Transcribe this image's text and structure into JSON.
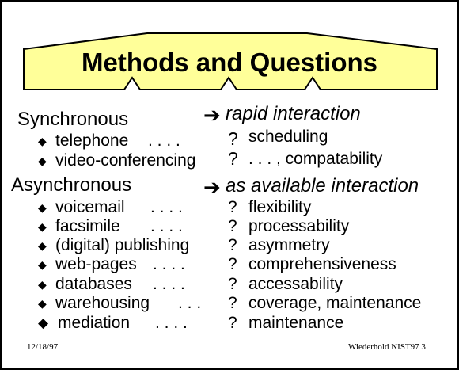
{
  "title": "Methods and Questions",
  "synchronous": {
    "heading": "Synchronous",
    "arrow_glyph": "➔",
    "question": "rapid interaction",
    "items": [
      {
        "label": "telephone",
        "dots": ". . . .",
        "q": "?",
        "answer": "scheduling"
      },
      {
        "label": "video-conferencing",
        "dots": "",
        "q": "?",
        "answer": ". . . , compatability"
      }
    ]
  },
  "asynchronous": {
    "heading": "Asynchronous",
    "arrow_glyph": "➔",
    "question": "as available interaction",
    "items": [
      {
        "label": "voicemail",
        "dots": ". . . .",
        "q": "?",
        "answer": "flexibility"
      },
      {
        "label": "facsimile",
        "dots": ". . . .",
        "q": "?",
        "answer": "processability"
      },
      {
        "label": "(digital) publishing",
        "dots": "",
        "q": "?",
        "answer": "asymmetry"
      },
      {
        "label": "web-pages",
        "dots": ". . . .",
        "q": "?",
        "answer": "comprehensiveness"
      },
      {
        "label": "databases",
        "dots": ". . . .",
        "q": "?",
        "answer": "accessability"
      },
      {
        "label": "warehousing",
        "dots": ". . .",
        "q": "?",
        "answer": "coverage, maintenance"
      },
      {
        "label": "mediation",
        "dots": ". . . .",
        "q": "?",
        "answer": "maintenance"
      }
    ]
  },
  "bullet_glyph": "◆",
  "footer": {
    "date": "12/18/97",
    "credit": "Wiederhold NIST97 3"
  },
  "colors": {
    "banner_fill": "#ffff99",
    "text": "#000000"
  }
}
